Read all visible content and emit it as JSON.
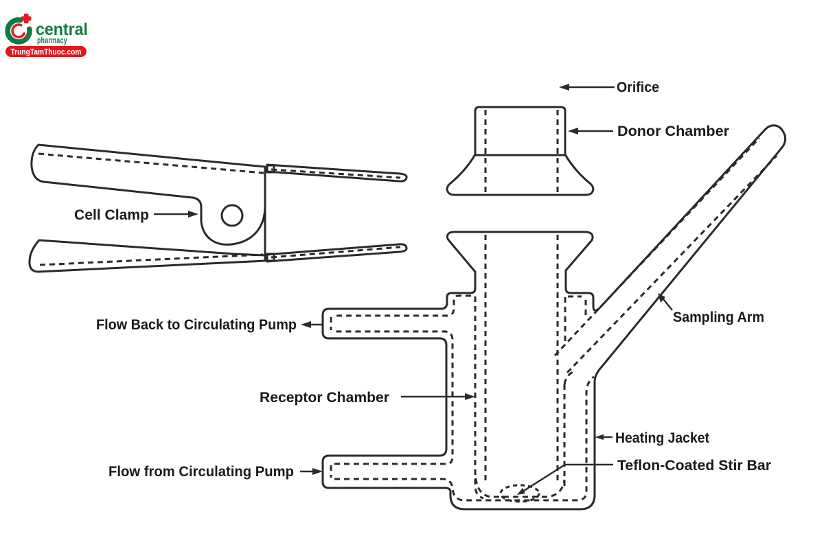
{
  "logo": {
    "brand": "central",
    "sub": "pharmacy",
    "badge": "TrungTamThuoc.com"
  },
  "diagram": {
    "labels": {
      "orifice": "Orifice",
      "donor_chamber": "Donor Chamber",
      "cell_clamp": "Cell Clamp",
      "flow_back": "Flow Back to Circulating Pump",
      "sampling_arm": "Sampling Arm",
      "receptor_chamber": "Receptor Chamber",
      "heating_jacket": "Heating Jacket",
      "teflon_stir_bar": "Teflon-Coated Stir Bar",
      "flow_from": "Flow from Circulating Pump"
    }
  },
  "colors": {
    "line": "#2a2a2a",
    "label_text": "#1a1a1a",
    "logo_green": "#0f7a44",
    "logo_red": "#e01f26",
    "badge_red": "#e0181f",
    "background": "#ffffff"
  }
}
